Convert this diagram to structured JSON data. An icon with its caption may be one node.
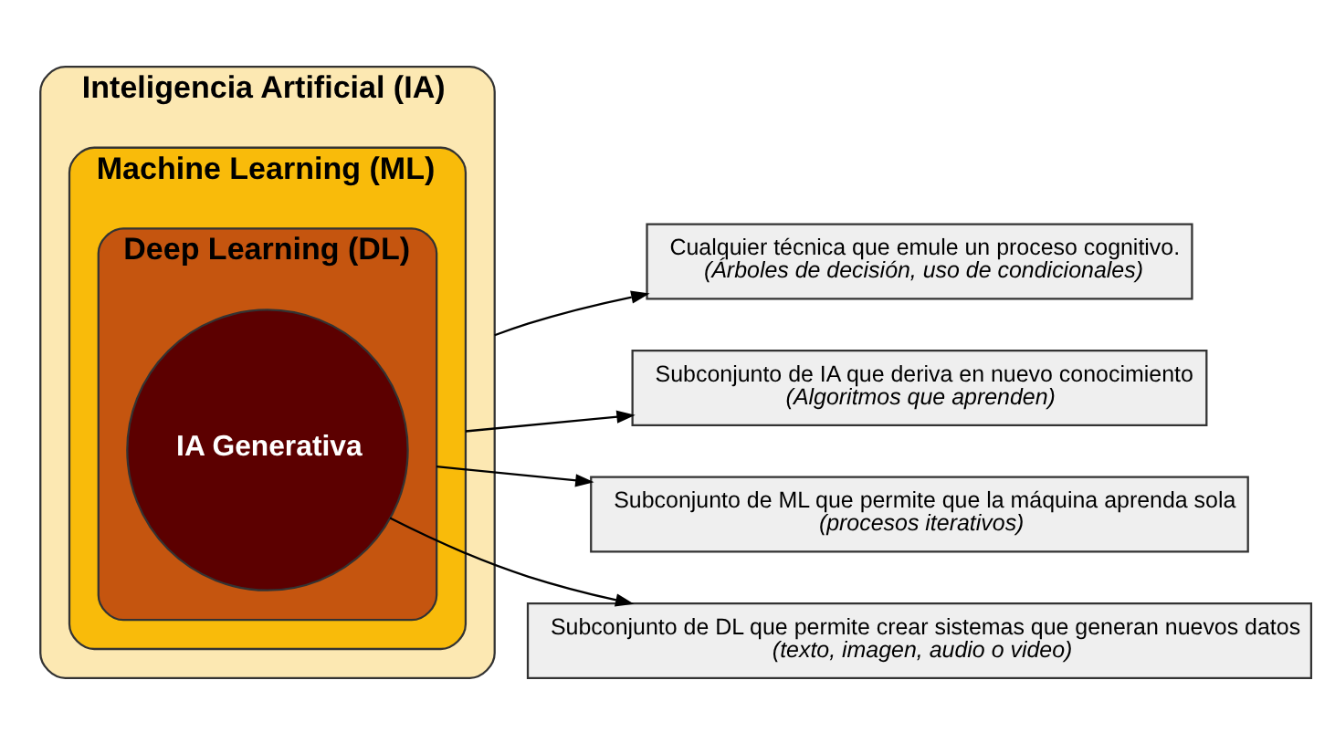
{
  "diagram": {
    "nodes": [
      {
        "text": [
          "Inteligencia Artificial (IA)"
        ]
      },
      {
        "text": [
          "Machine Learning (ML)"
        ],
        "in": 0
      },
      {
        "text": [
          "Deep Learning (DL)"
        ],
        "in": 1
      },
      {
        "text": [
          "IA Generativa"
        ],
        "in": 2
      },
      {
        "text": [
          "Cualquier técnica que emule un proceso cognitivo.",
          "(Árboles de decisión, uso de condicionales)"
        ]
      },
      {
        "text": [
          "Subconjunto de IA que deriva en nuevo conocimiento",
          "(Algoritmos que aprenden)"
        ]
      },
      {
        "text": [
          "Subconjunto de ML que permite que la máquina aprenda sola",
          "(procesos iterativos)"
        ]
      },
      {
        "text": [
          "Subconjunto de DL que permite crear sistemas que generan nuevos datos",
          "(texto, imagen, audio o video)"
        ]
      }
    ],
    "edges": [
      {
        "from": 0,
        "to": 4,
        "arrow": "to"
      },
      {
        "from": 1,
        "to": 5,
        "arrow": "to"
      },
      {
        "from": 2,
        "to": 6,
        "arrow": "to"
      },
      {
        "from": 3,
        "to": 7,
        "arrow": "to"
      }
    ]
  }
}
